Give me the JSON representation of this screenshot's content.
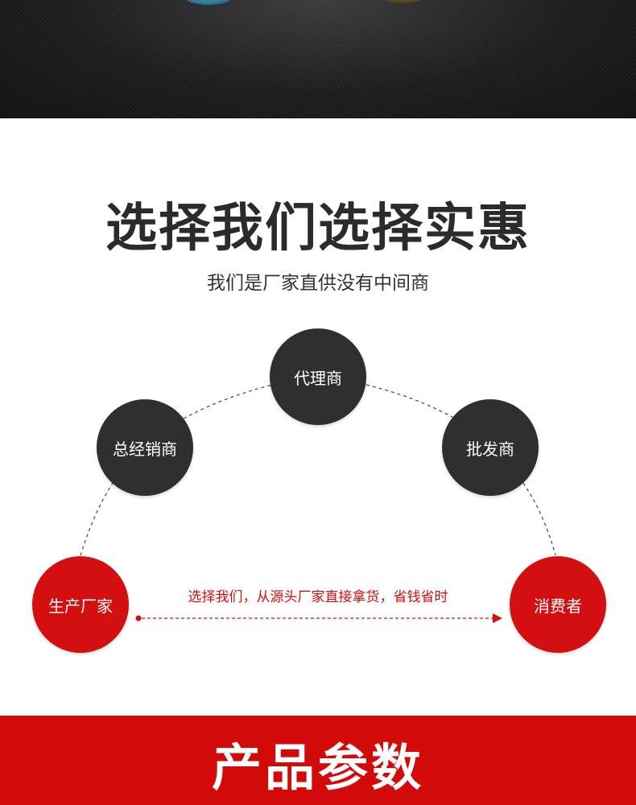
{
  "header": {
    "title": "选择我们选择实惠",
    "subtitle": "我们是厂家直供没有中间商"
  },
  "diagram": {
    "nodes": {
      "agent": "代理商",
      "distributor": "总经销商",
      "wholesaler": "批发商",
      "manufacturer": "生产厂家",
      "consumer": "消费者"
    },
    "direct_flow_text": "选择我们，从源头厂家直接拿货，省钱省时"
  },
  "footer": {
    "title": "产品参数"
  },
  "colors": {
    "accent_red": "#d40f0f",
    "node_dark": "#2f2f2f",
    "banner_red": "#d20a0a",
    "top_banner_dark": "#1c1c1c"
  }
}
